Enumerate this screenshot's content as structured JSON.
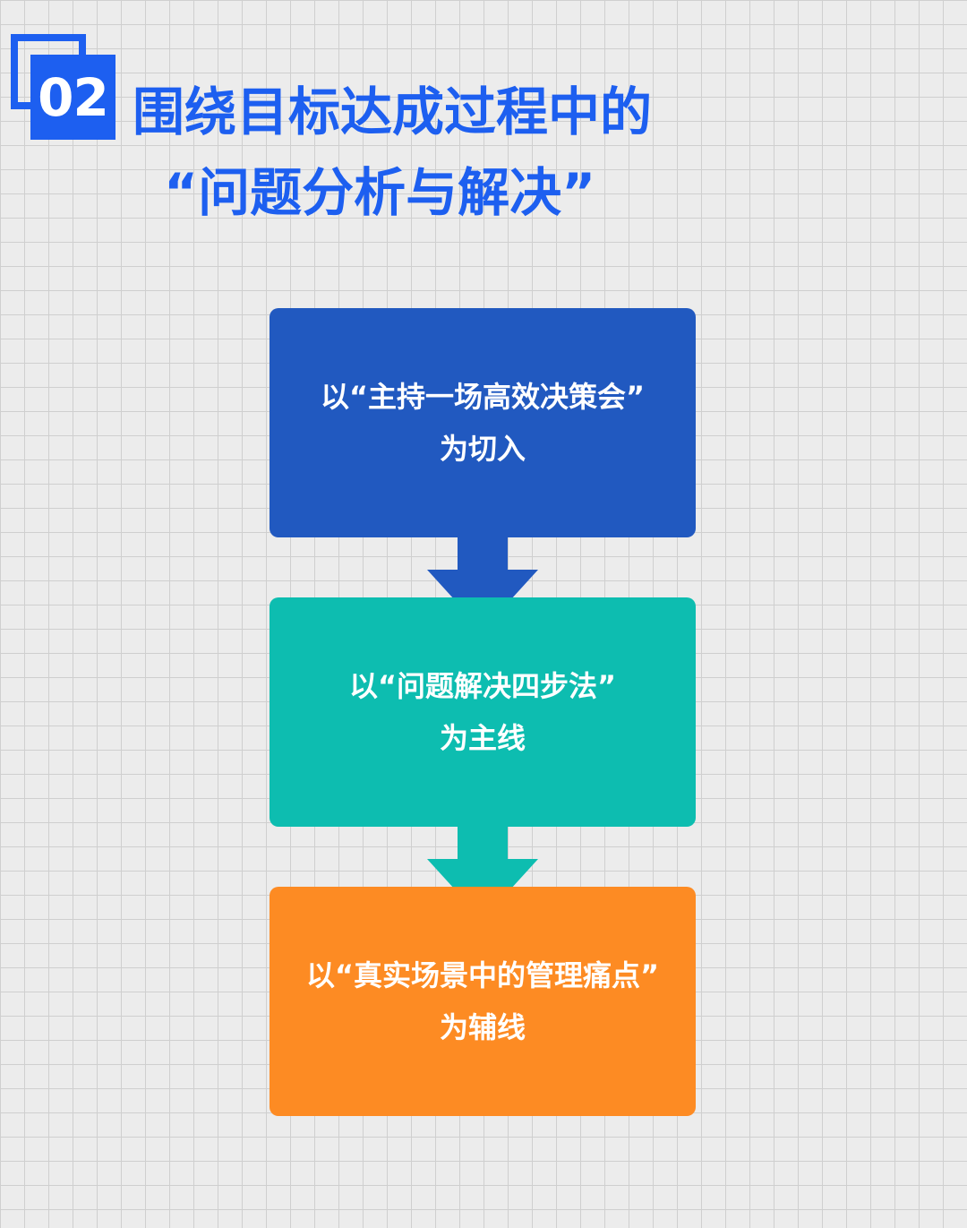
{
  "badge": {
    "number": "02"
  },
  "title": {
    "line1": "围绕目标达成过程中的",
    "line2": "“问题分析与解决”"
  },
  "steps": [
    {
      "line1": "以“主持一场高效决策会”",
      "line2": "为切入",
      "color": "#2159c0"
    },
    {
      "line1": "以“问题解决四步法”",
      "line2": "为主线",
      "color": "#0dbdb0"
    },
    {
      "line1": "以“真实场景中的管理痛点”",
      "line2": "为辅线",
      "color": "#fd8b23"
    }
  ],
  "colors": {
    "accent": "#1d5ff0",
    "grid_background": "#ececec"
  },
  "icons": [
    "down-arrow-icon"
  ]
}
